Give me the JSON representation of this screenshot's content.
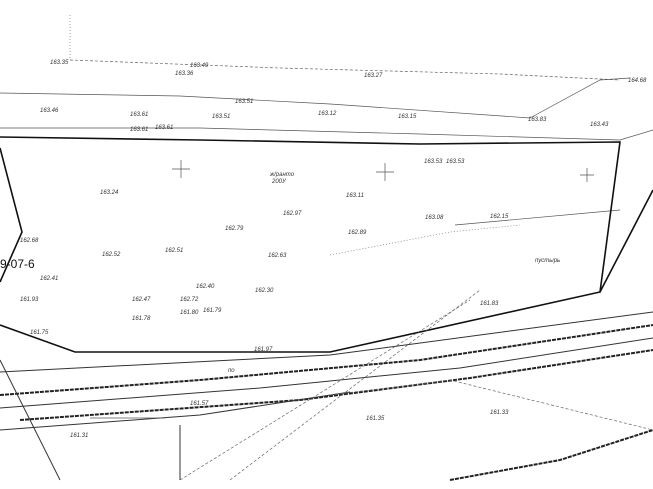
{
  "sheet": {
    "id_label": "9-07-6"
  },
  "annotations": {
    "field": "ж/ранто",
    "field_sub": "200У",
    "pustyr": "пустырь",
    "po": "по"
  },
  "elevations": [
    "163.46",
    "163.61",
    "163.61",
    "163.51",
    "163.51",
    "163.12",
    "163.15",
    "163.83",
    "163.43",
    "163.24",
    "162.97",
    "163.11",
    "162.79",
    "162.52",
    "162.68",
    "162.41",
    "161.93",
    "162.51",
    "162.89",
    "162.63",
    "162.40",
    "161.80",
    "161.79",
    "161.78",
    "162.47",
    "162.72",
    "162.30",
    "163.08",
    "162.15",
    "161.83",
    "161.75",
    "161.97",
    "161.31",
    "161.33",
    "161.35",
    "161.57",
    "163.53",
    "163.53",
    "163.36",
    "163.35",
    "163.49",
    "163.27",
    "164.68",
    "163.61"
  ]
}
